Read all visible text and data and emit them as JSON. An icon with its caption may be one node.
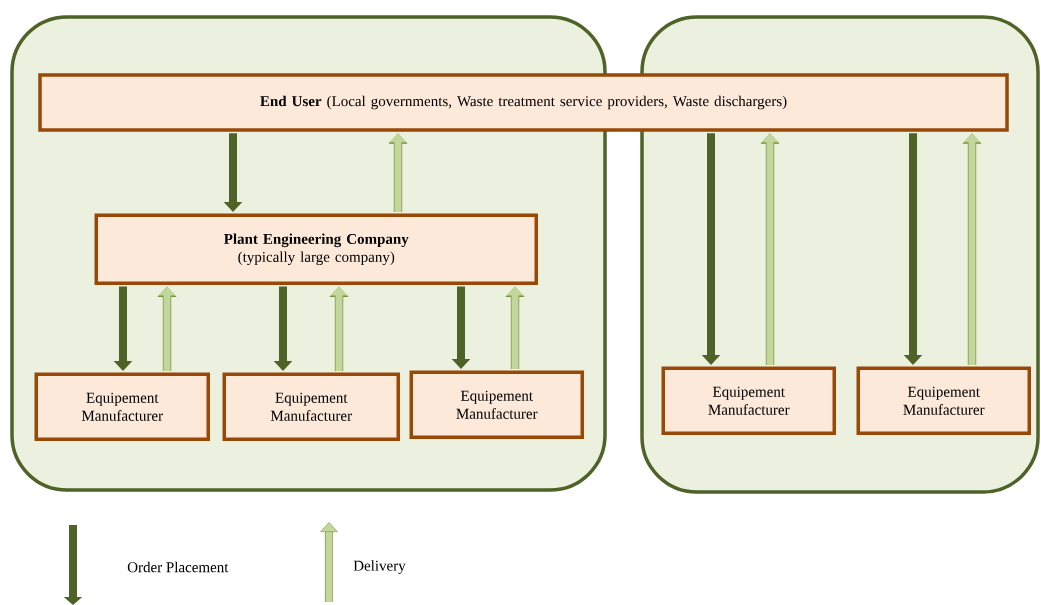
{
  "diagram": {
    "nodes": [
      {
        "text": [],
        "shape": "box"
      },
      {
        "text": [],
        "shape": "box"
      },
      {
        "text": [
          "**End User** (Local governments, Waste treatment service providers, Waste dischargers)"
        ]
      },
      {
        "text": [
          "Plant Engineering Company",
          "(typically large company)"
        ],
        "in": 0
      },
      {
        "text": [
          "Equipement Manufacturer"
        ],
        "in": 0
      },
      {
        "text": [
          "Equipement Manufacturer"
        ],
        "in": 0
      },
      {
        "text": [
          "Equipement Manufacturer"
        ],
        "in": 0
      },
      {
        "text": [
          "Equipement Manufacturer"
        ],
        "in": 1
      },
      {
        "text": [
          "Equipement Manufacturer"
        ],
        "in": 1
      }
    ],
    "edges": [
      {
        "from": 2,
        "to": 3,
        "arrow": "to",
        "color": "#4f6228"
      },
      {
        "from": 3,
        "to": 2,
        "arrow": "to",
        "color": "#c3d69b"
      },
      {
        "from": 3,
        "to": 4,
        "arrow": "to",
        "color": "#4f6228"
      },
      {
        "from": 4,
        "to": 3,
        "arrow": "to",
        "color": "#c3d69b"
      },
      {
        "from": 3,
        "to": 5,
        "arrow": "to",
        "color": "#4f6228"
      },
      {
        "from": 5,
        "to": 3,
        "arrow": "to",
        "color": "#c3d69b"
      },
      {
        "from": 3,
        "to": 6,
        "arrow": "to",
        "color": "#4f6228"
      },
      {
        "from": 6,
        "to": 3,
        "arrow": "to",
        "color": "#c3d69b"
      },
      {
        "from": 2,
        "to": 7,
        "arrow": "to",
        "color": "#4f6228"
      },
      {
        "from": 7,
        "to": 2,
        "arrow": "to",
        "color": "#c3d69b"
      },
      {
        "from": 2,
        "to": 8,
        "arrow": "to",
        "color": "#4f6228"
      },
      {
        "from": 8,
        "to": 2,
        "arrow": "to",
        "color": "#c3d69b"
      }
    ],
    "legend": [
      {
        "text": "Order Placement"
      },
      {
        "text": "Delivery"
      }
    ]
  }
}
